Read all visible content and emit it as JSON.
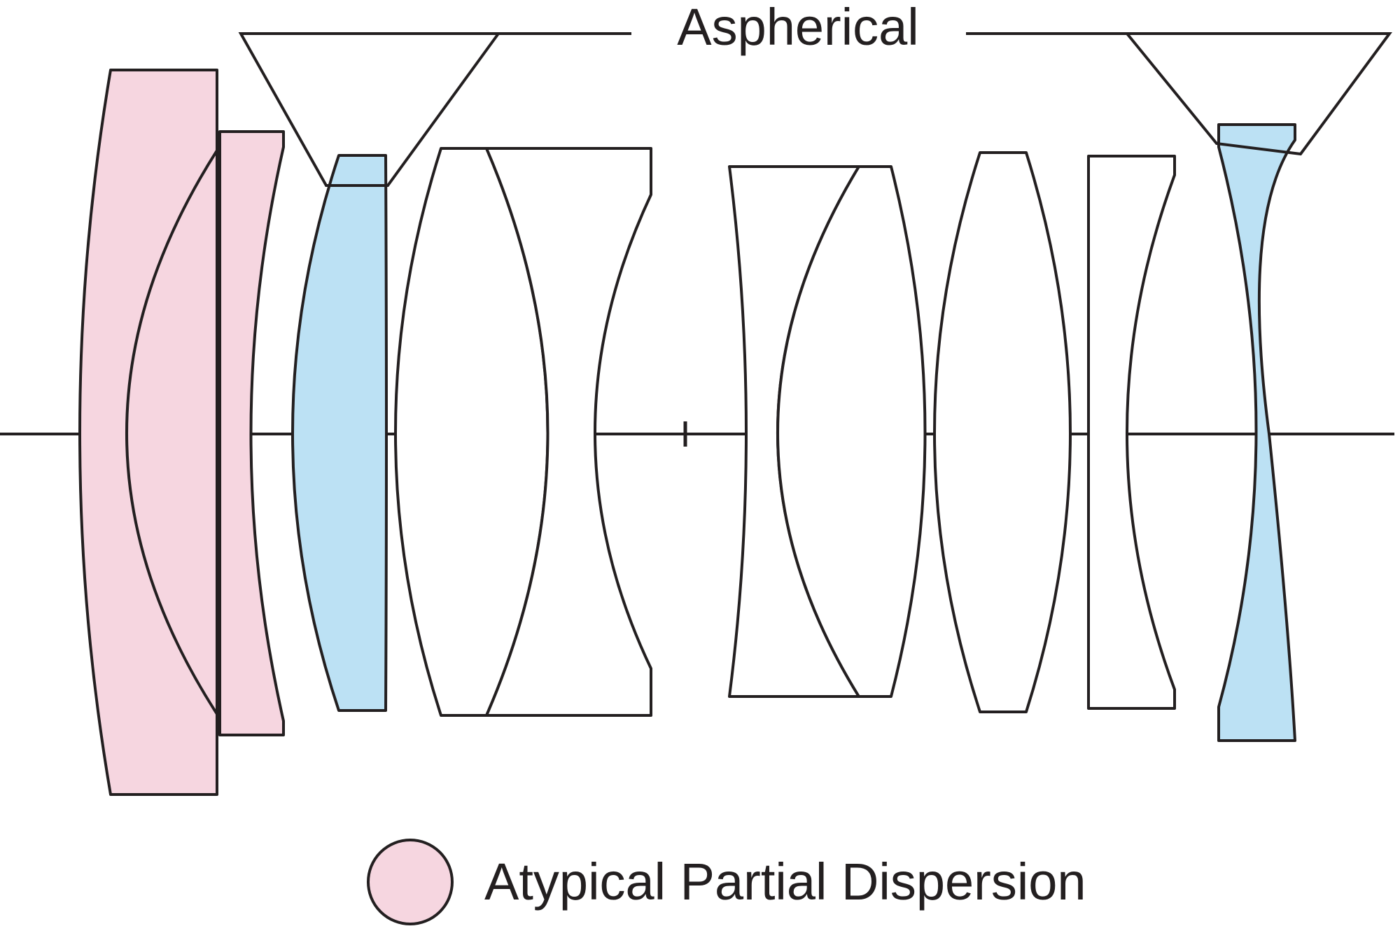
{
  "callout_label": "Aspherical",
  "legend": {
    "label": "Atypical Partial Dispersion"
  },
  "colors": {
    "atypical_partial_dispersion": "#f6d6e0",
    "aspherical": "#bce1f4",
    "standard": "#ffffff",
    "line": "#231f20"
  },
  "lens_elements": [
    {
      "name": "element-1",
      "type": "atypical-partial-dispersion"
    },
    {
      "name": "element-2",
      "type": "atypical-partial-dispersion"
    },
    {
      "name": "element-3",
      "type": "aspherical"
    },
    {
      "name": "element-4",
      "type": "standard"
    },
    {
      "name": "element-5",
      "type": "standard"
    },
    {
      "name": "element-6",
      "type": "standard"
    },
    {
      "name": "element-7",
      "type": "standard"
    },
    {
      "name": "element-8",
      "type": "standard"
    },
    {
      "name": "element-9",
      "type": "standard"
    },
    {
      "name": "element-10",
      "type": "aspherical"
    }
  ]
}
